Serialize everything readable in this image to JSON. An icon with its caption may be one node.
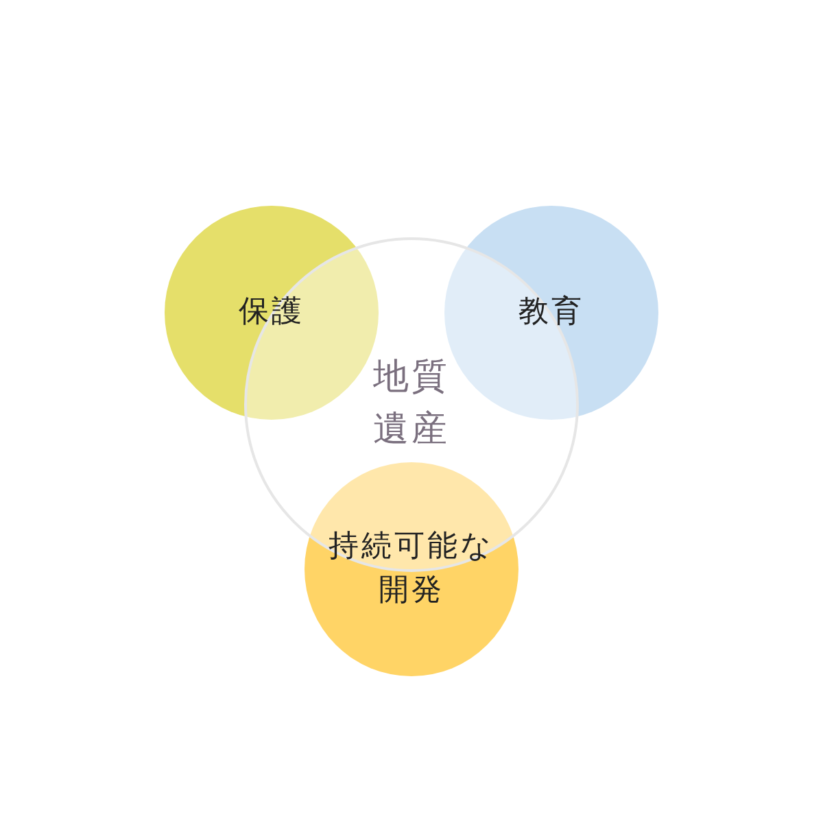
{
  "diagram": {
    "nodes": [
      {
        "text": [
          "保護"
        ]
      },
      {
        "text": [
          "教育"
        ]
      },
      {
        "text": [
          "地質遺産"
        ]
      },
      {
        "text": [
          "持続可能な開発"
        ]
      }
    ]
  }
}
